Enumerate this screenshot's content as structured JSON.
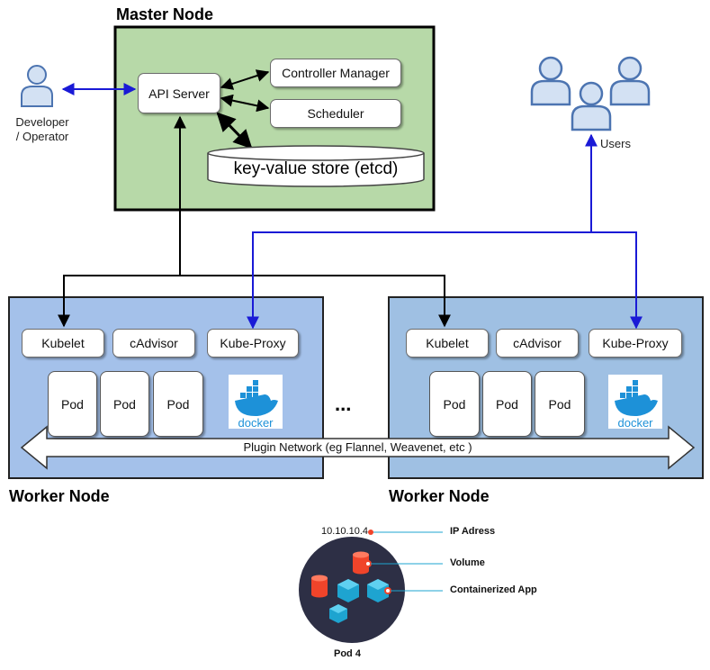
{
  "master": {
    "title": "Master Node",
    "api_server": "API Server",
    "controller_manager": "Controller Manager",
    "scheduler": "Scheduler",
    "etcd": "key-value store (etcd)"
  },
  "developer": {
    "label_line1": "Developer",
    "label_line2": "/ Operator"
  },
  "users": {
    "label": "Users"
  },
  "workers": [
    {
      "title": "Worker Node",
      "components": [
        "Kubelet",
        "cAdvisor",
        "Kube-Proxy"
      ],
      "pods": [
        "Pod",
        "Pod",
        "Pod"
      ],
      "docker": "docker"
    },
    {
      "title": "Worker Node",
      "components": [
        "Kubelet",
        "cAdvisor",
        "Kube-Proxy"
      ],
      "pods": [
        "Pod",
        "Pod",
        "Pod"
      ],
      "docker": "docker"
    }
  ],
  "ellipsis": "...",
  "network": {
    "label": "Plugin Network (eg Flannel, Weavenet, etc )"
  },
  "pod4": {
    "title": "Pod 4",
    "ip": "10.10.10.4",
    "labels": [
      "IP Adress",
      "Volume",
      "Containerized App"
    ]
  },
  "colors": {
    "master_fill": "#b7d9a8",
    "worker_fill": "#a4c1ea",
    "worker2_fill": "#9fc0e3",
    "blue_line": "#1a1ad6",
    "pod4_fill": "#2d2f45",
    "accent_orange": "#f0442a",
    "accent_cyan": "#1ea4d0"
  }
}
